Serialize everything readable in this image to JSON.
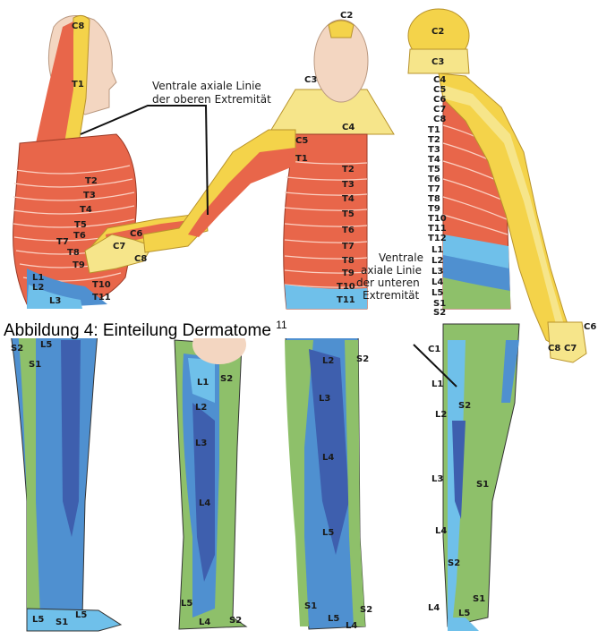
{
  "caption": {
    "text": "Abbildung 4: Einteilung Dermatome",
    "footnote": "11"
  },
  "annotations": {
    "upper_line_1": "Ventrale axiale Linie",
    "upper_line_2": "der oberen Extremität",
    "lower_line_1": "Ventrale",
    "lower_line_2": "axiale Linie",
    "lower_line_3": "der unteren",
    "lower_line_4": "Extremität"
  },
  "colors": {
    "cervical": "#f4d34a",
    "cervical_light": "#f6e58a",
    "thoracic": "#e8664a",
    "thoracic_light": "#f08a6e",
    "lumbar": "#4f90d0",
    "lumbar_light": "#6fc0ea",
    "lumbar_dark": "#3e5fae",
    "sacral": "#8ec06a",
    "skin": "#f3d6c1"
  },
  "labels": {
    "side_upper": [
      "C8",
      "T1",
      "T2",
      "T3",
      "T4",
      "T5",
      "T6",
      "T7",
      "T8",
      "T9",
      "T10",
      "T11",
      "L1",
      "L2",
      "L3",
      "C6",
      "C7",
      "C8"
    ],
    "front_upper": [
      "C2",
      "C3",
      "C4",
      "C5",
      "T1",
      "T2",
      "T3",
      "T4",
      "T5",
      "T6",
      "T7",
      "T8",
      "T9",
      "T10",
      "T11"
    ],
    "back_upper": [
      "C2",
      "C3",
      "C4",
      "C5",
      "C6",
      "C7",
      "C8",
      "T1",
      "T2",
      "T3",
      "T4",
      "T5",
      "T6",
      "T7",
      "T8",
      "T9",
      "T10",
      "T11",
      "T12",
      "L1",
      "L2",
      "L3",
      "L4",
      "L5",
      "S1",
      "S2",
      "C6",
      "C7",
      "C8"
    ],
    "leg_a": [
      "S2",
      "S1",
      "L5",
      "L5",
      "S1",
      "L5"
    ],
    "leg_b": [
      "L1",
      "S2",
      "L2",
      "L3",
      "L4",
      "L5",
      "L4",
      "S2"
    ],
    "leg_c": [
      "L2",
      "S2",
      "L3",
      "L4",
      "L5",
      "S1",
      "L5",
      "L4",
      "S2"
    ],
    "leg_d": [
      "C1",
      "L1",
      "S2",
      "L2",
      "L3",
      "S1",
      "L4",
      "S2",
      "S1",
      "L4",
      "L5"
    ]
  }
}
